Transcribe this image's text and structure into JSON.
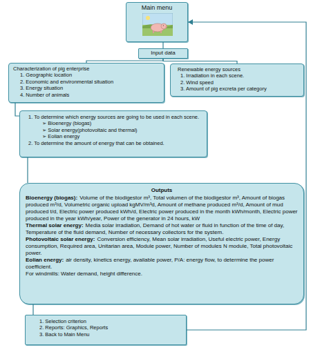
{
  "diagram": {
    "nodes": [
      {
        "text": [
          "Main menu"
        ]
      },
      {
        "text": [
          "Input data"
        ]
      },
      {
        "text": [
          "Characterization of pig enterprise",
          "1. Geographic location",
          "2. Economic and environmental situation",
          "3. Energy situation",
          "4. Number of animals"
        ]
      },
      {
        "text": [
          "Renewable energy sources",
          "1. Irradiation in each scene.",
          "2. Wind speed",
          "3. Amount of pig excreta per category"
        ]
      },
      {
        "text": [
          "1. To determine which energy sources are going to be used in each scene.",
          "➢ Bioenergy (biogas)",
          "➢ Solar energy(photovoltaic and thermal)",
          "➢ Eolian energy",
          "2. To determine the amount of energy that can be obtained."
        ]
      },
      {
        "text": [
          "Outputs",
          "Bioenergy (biogas):",
          "Volume of the biodigestor m³, Total volumen of the biodigestor m³, Amount of biogas produced m³/d, Volumetric organic upload kgMV/m³d, Amount of methane produced m³/d, Amount of mud produced t/d, Electric power produced kWh/d, Electric power produced in the month kWh/month, Electric power produced in the year kWh/year, Power of the generator in 24 hours, kW",
          "Thermal solar energy:",
          "Media solar irradiation, Demand of hot water or fluid in function of the time of day, Temperature of the fluid demand, Number of necessary collectors for the system.",
          "Photovoltaic solar energy:",
          "Conversion efficiency, Mean solar irradiation, Useful electric power, Energy consumption, Required area, Unitarian area, Module power, Number of modules N module, Total photovoltaic power.",
          "Eolian energy:",
          "air density, kinetics energy, available power, P/A: energy flow, to determine the power coefficient.",
          "For windmills: Water demand, height difference."
        ]
      },
      {
        "text": [
          "1. Selection criterion",
          "2. Reports: Graphics, Reports",
          "3. Back to Main Menu"
        ]
      }
    ],
    "edges": [
      {
        "from": 0,
        "to": 1,
        "arrow": "none"
      },
      {
        "from": 1,
        "to": 2,
        "arrow": "none"
      },
      {
        "from": 1,
        "to": 3,
        "arrow": "none"
      },
      {
        "from": 2,
        "to": 4,
        "arrow": "none"
      },
      {
        "from": 4,
        "to": 5,
        "arrow": "none"
      },
      {
        "from": 5,
        "to": 6,
        "arrow": "none"
      },
      {
        "from": 6,
        "to": 0,
        "arrow": "to"
      }
    ]
  }
}
